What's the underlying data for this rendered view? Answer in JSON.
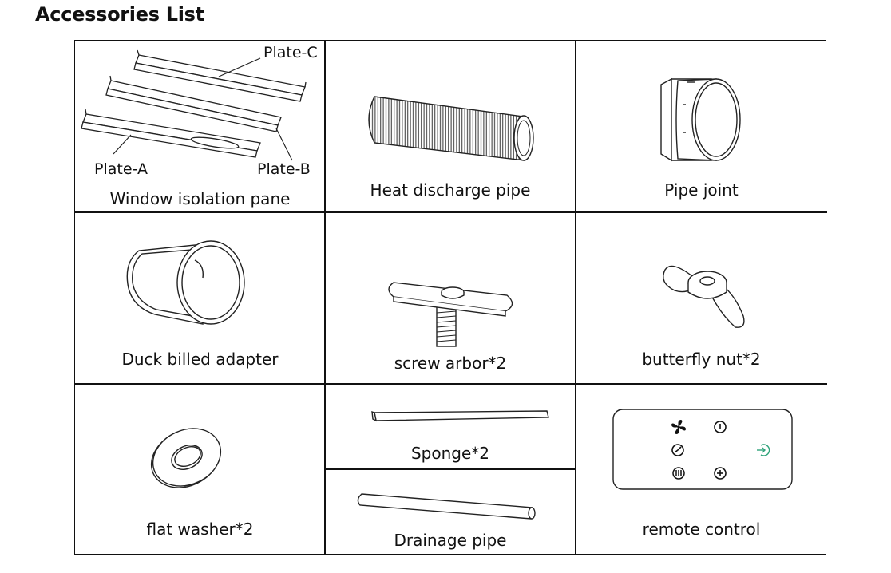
{
  "page": {
    "title": "Accessories List"
  },
  "cells": {
    "window_isolation_pane": {
      "label": "Window isolation pane",
      "callouts": {
        "plate_a": "Plate-A",
        "plate_b": "Plate-B",
        "plate_c": "Plate-C"
      }
    },
    "heat_discharge_pipe": {
      "label": "Heat discharge pipe"
    },
    "pipe_joint": {
      "label": "Pipe joint"
    },
    "duck_billed_adapter": {
      "label": "Duck billed adapter"
    },
    "screw_arbor": {
      "label": "screw arbor*2"
    },
    "butterfly_nut": {
      "label": "butterfly nut*2"
    },
    "flat_washer": {
      "label": "flat washer*2"
    },
    "sponge": {
      "label": "Sponge*2"
    },
    "drainage_pipe": {
      "label": "Drainage pipe"
    },
    "remote_control": {
      "label": "remote control",
      "buttons": [
        "fan-icon",
        "power-icon",
        "timer-icon",
        "mode-icon",
        "heater-icon",
        "plus-icon"
      ],
      "accent_color": "#2fa37a"
    }
  }
}
